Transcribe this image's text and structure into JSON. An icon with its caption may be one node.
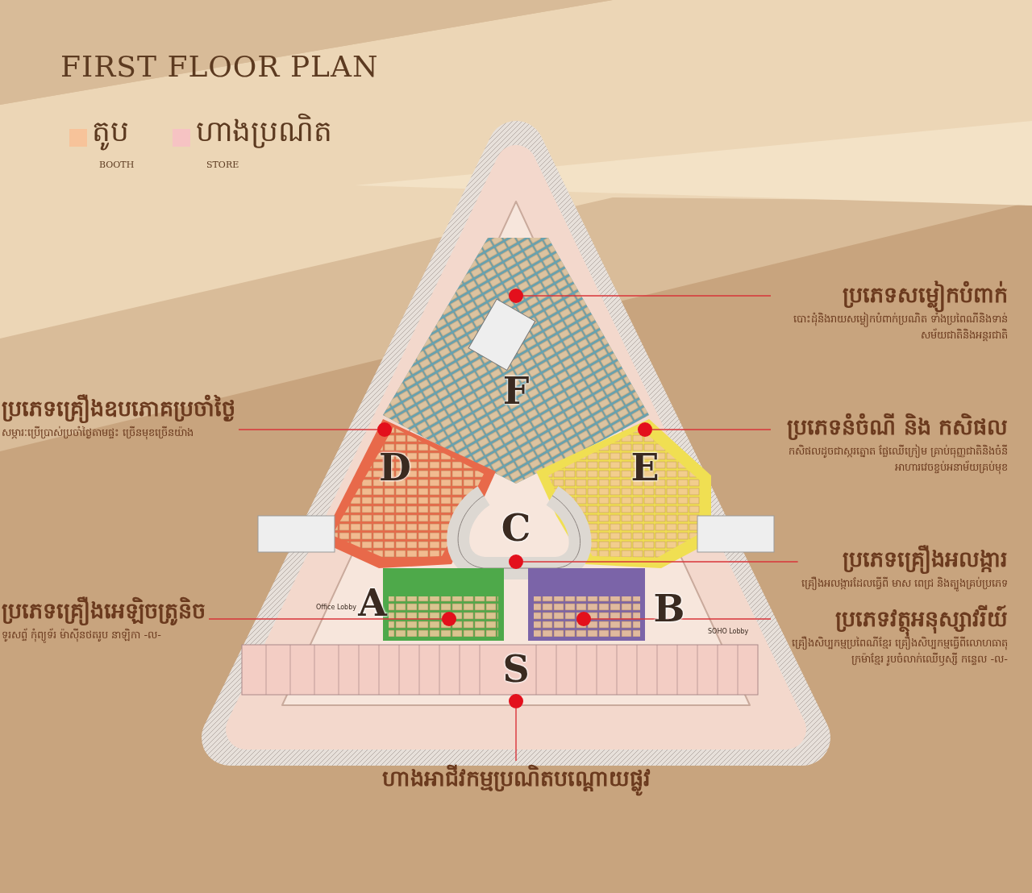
{
  "diagram": {
    "title": "FIRST FLOOR PLAN",
    "nodes": [
      {
        "text": [
          "ប្រភេទសម្លៀកបំពាក់",
          "បោះដុំនិងរាយសម្លៀកបំពាក់ប្រណិត ទាំងប្រពៃណីនិងទាន់សម័យជាតិនិងអន្តរជាតិ"
        ]
      },
      {
        "text": [],
        "shape": "circle"
      },
      {
        "text": [
          "ប្រភេទគ្រឿងឧបភោគប្រចាំថ្ងៃ",
          "សម្ភារៈប្រើប្រាស់ប្រចាំថ្ងៃតាមផ្ទះ ច្រើនមុខច្រើនយ៉ាង"
        ]
      },
      {
        "text": [],
        "shape": "circle"
      },
      {
        "text": [
          "ប្រភេទនំចំណី និង កសិផល",
          "កសិផលដូចជាស្ករត្នោត ផ្លែឈើក្រៀម គ្រាប់ធុញ្ញជាតិនិងចំនីអាហារវេចខ្ចប់អនាម័យគ្រប់មុខ"
        ]
      },
      {
        "text": [],
        "shape": "circle"
      },
      {
        "text": [
          "ប្រភេទគ្រឿងអលង្ការ",
          "គ្រឿងអលង្ការដែលធ្វើពី មាស ពេជ្រ និងត្បូងគ្រប់ប្រភេទ"
        ]
      },
      {
        "text": [],
        "shape": "circle"
      },
      {
        "text": [
          "ប្រភេទគ្រឿងអេឡិចត្រូនិច",
          "ទូរសព្ទ័ កុំព្យូទ័រ ម៉ាស៊ីនថតរូប នាឡិកា -ល-"
        ]
      },
      {
        "text": [],
        "shape": "circle"
      },
      {
        "text": [
          "ប្រភេទវត្ថុអនុស្សាវរីយ៍",
          "គ្រឿងសិប្បកម្មប្រពៃណីខ្មែរ គ្រឿងសិប្បកម្មធ្វើពីលោហធាតុ ក្រម៉ាខ្មែរ រូបចំលាក់ឈើឫស្សី កន្ទេល -ល-"
        ]
      },
      {
        "text": [],
        "shape": "circle"
      },
      {
        "text": [],
        "shape": "circle"
      },
      {
        "text": [
          "ហាងអាជីវកម្មប្រណិតបណ្តោយផ្លូវ"
        ]
      }
    ],
    "edges": [
      {
        "from": 0,
        "to": 1,
        "arrow": "none"
      },
      {
        "from": 2,
        "to": 3,
        "arrow": "none"
      },
      {
        "from": 4,
        "to": 5,
        "arrow": "none"
      },
      {
        "from": 6,
        "to": 7,
        "arrow": "none"
      },
      {
        "from": 8,
        "to": 9,
        "arrow": "none"
      },
      {
        "from": 10,
        "to": 11,
        "arrow": "none"
      },
      {
        "from": 13,
        "to": 12,
        "arrow": "none"
      }
    ],
    "labels": [
      "BOOTH",
      "STORE",
      "F",
      "D",
      "E",
      "C",
      "A",
      "Office Lobby",
      "B",
      "SOHO Lobby",
      "S"
    ],
    "legend": [
      {
        "text": "តូប",
        "color": "#f7c39a"
      },
      {
        "text": "ហាងប្រណិត",
        "color": "#f6c3c3"
      }
    ]
  }
}
